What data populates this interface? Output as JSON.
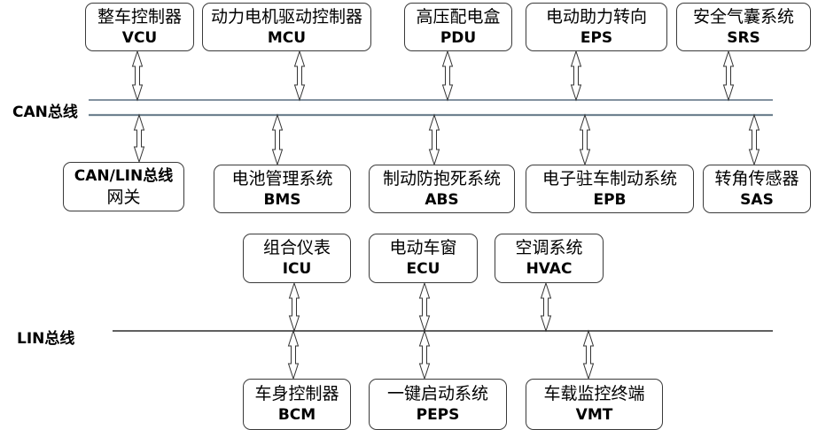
{
  "diagram": {
    "buses": {
      "can": {
        "label": "CAN总线",
        "color": "#5a6f80"
      },
      "lin": {
        "label": "LIN总线",
        "color": "#000000"
      }
    },
    "can_upper_nodes": [
      {
        "id": "vcu",
        "name_zh": "整车控制器",
        "abbr": "VCU"
      },
      {
        "id": "mcu",
        "name_zh": "动力电机驱动控制器",
        "abbr": "MCU"
      },
      {
        "id": "pdu",
        "name_zh": "高压配电盒",
        "abbr": "PDU"
      },
      {
        "id": "eps",
        "name_zh": "电动助力转向",
        "abbr": "EPS"
      },
      {
        "id": "srs",
        "name_zh": "安全气囊系统",
        "abbr": "SRS"
      }
    ],
    "can_lower_nodes": [
      {
        "id": "gateway",
        "name_zh": "CAN/LIN总线",
        "abbr": "网关"
      },
      {
        "id": "bms",
        "name_zh": "电池管理系统",
        "abbr": "BMS"
      },
      {
        "id": "abs",
        "name_zh": "制动防抱死系统",
        "abbr": "ABS"
      },
      {
        "id": "epb",
        "name_zh": "电子驻车制动系统",
        "abbr": "EPB"
      },
      {
        "id": "sas",
        "name_zh": "转角传感器",
        "abbr": "SAS"
      }
    ],
    "lin_upper_nodes": [
      {
        "id": "icu",
        "name_zh": "组合仪表",
        "abbr": "ICU"
      },
      {
        "id": "ecu",
        "name_zh": "电动车窗",
        "abbr": "ECU"
      },
      {
        "id": "hvac",
        "name_zh": "空调系统",
        "abbr": "HVAC"
      }
    ],
    "lin_lower_nodes": [
      {
        "id": "bcm",
        "name_zh": "车身控制器",
        "abbr": "BCM"
      },
      {
        "id": "peps",
        "name_zh": "一键启动系统",
        "abbr": "PEPS"
      },
      {
        "id": "vmt",
        "name_zh": "车载监控终端",
        "abbr": "VMT"
      }
    ],
    "connection": "bidirectional"
  }
}
